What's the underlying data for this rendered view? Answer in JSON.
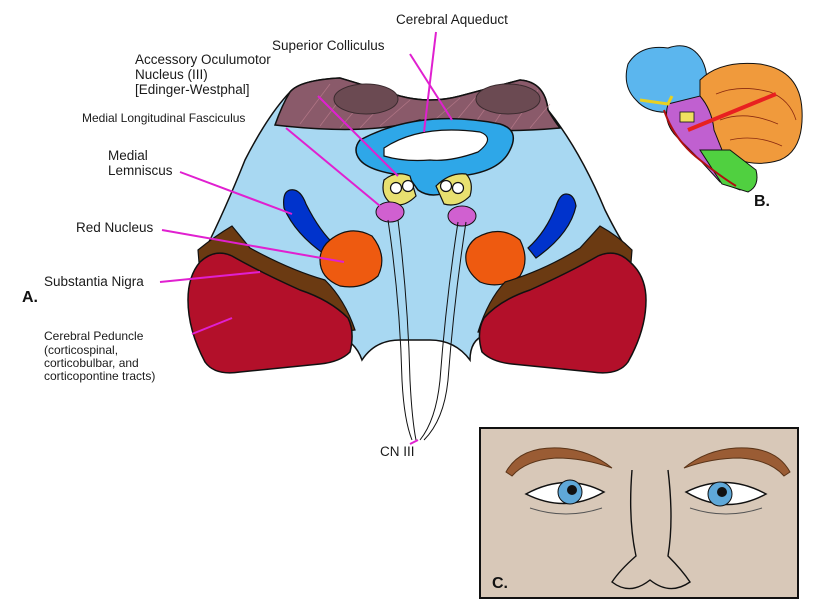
{
  "panels": {
    "a": "A.",
    "b": "B.",
    "c": "C."
  },
  "labels": {
    "cerebral_aqueduct": "Cerebral Aqueduct",
    "superior_colliculus": "Superior Colliculus",
    "accessory_line1": "Accessory Oculumotor",
    "accessory_line2": "Nucleus (III)",
    "accessory_line3": "[Edinger-Westphal]",
    "mlf": "Medial Longitudinal Fasciculus",
    "medial_lemniscus_line1": "Medial",
    "medial_lemniscus_line2": "Lemniscus",
    "red_nucleus": "Red Nucleus",
    "substantia_nigra": "Substantia Nigra",
    "cerebral_peduncle_line1": "Cerebral Peduncle",
    "cerebral_peduncle_line2": "(corticospinal,",
    "cerebral_peduncle_line3": "corticobulbar, and",
    "cerebral_peduncle_line4": "corticopontine tracts)",
    "cn3": "CN III"
  },
  "colors": {
    "tegmentum": "#a8d8f2",
    "aqueduct_ring": "#2ea7e8",
    "tectum": "#8a5a6a",
    "colliculus": "#6b4a52",
    "lemniscus": "#0033cc",
    "red_nucleus": "#ee5a10",
    "substantia_nigra": "#6b3a12",
    "peduncle": "#b3102a",
    "oculomotor_nucleus": "#e8e070",
    "mlf": "#d060d0",
    "leader": "#e020d0",
    "face_bg": "#d8c8b8",
    "iris": "#5fa8d8",
    "brow": "#9a5c34"
  }
}
